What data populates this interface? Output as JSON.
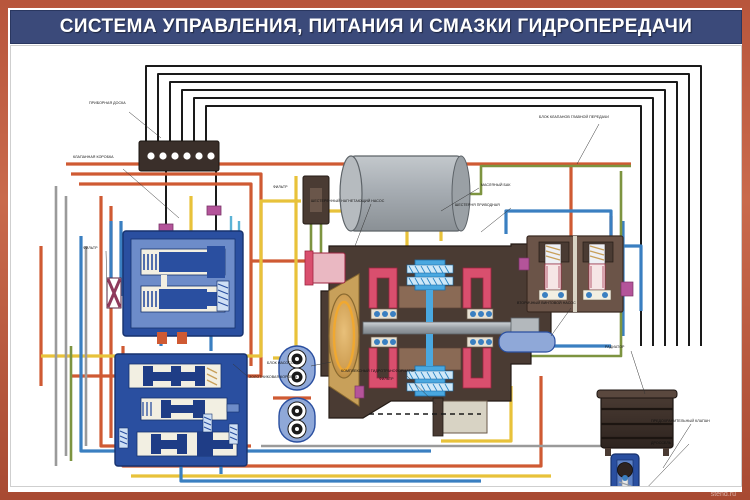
{
  "poster": {
    "title": "СИСТЕМА УПРАВЛЕНИЯ, ПИТАНИЯ И СМАЗКИ ГИДРОПЕРЕДАЧИ",
    "watermark": "stend.ru",
    "frame_color": "#b8563c",
    "title_bg": "#3b4a7a",
    "title_fg": "#ffffff",
    "canvas_bg": "#ffffff"
  },
  "labels": {
    "instrument_panel": "ПРИБОРНАЯ ДОСКА",
    "valve_box": "КЛАПАННАЯ КОРОБКА",
    "filter_left": "ФИЛЬТР",
    "filter_top": "ФИЛЬТР",
    "filter_bottom": "ФИЛЬТР",
    "spool_box": "ЗОЛОТНИКОВАЯ КОРОБКА",
    "oil_tank": "МАСЛЯНЫЙ БАК",
    "main_gear_valve_block": "БЛОК КЛАПАНОВ ГЛАВНОЙ ПЕРЕДАЧИ",
    "booster_pump": "ШЕСТЕРЕННЫЙ НАГНЕТАЮЩИЙ НАСОС",
    "driven_gear": "ШЕСТЕРНЯ ПРИВОДНАЯ",
    "pump_block": "БЛОК НАСОСОВ",
    "torque_converter": "КОМПЛЕКСНЫЙ ГИДРОТРАНСФОРМАТОР",
    "secondary_pump": "ВТОРИЧНЫЙ ВИНТОВОЙ НАСОС",
    "radiator": "РАДИАТОР",
    "safety_valve": "ПРЕДОХРАНИТЕЛЬНЫЙ КЛАПАН",
    "throttle": "ДРОССЕЛЬ"
  },
  "colors": {
    "pipe_orange": "#cf5a33",
    "pipe_yellow": "#e8c23a",
    "pipe_blue": "#3a7fc1",
    "pipe_green": "#7d9440",
    "pipe_gray": "#9a9a9a",
    "pipe_black": "#1a1a1a",
    "pipe_cyan": "#5bb3d6",
    "body_brown": "#4a3b33",
    "body_blue": "#2a4fa0",
    "body_lightblue": "#8fa8d8",
    "clutch_pink": "#e0607f",
    "spring_blue": "#4aa8e0",
    "tank_gray": "#9ea4aa",
    "converter_tan": "#c8a05a"
  }
}
